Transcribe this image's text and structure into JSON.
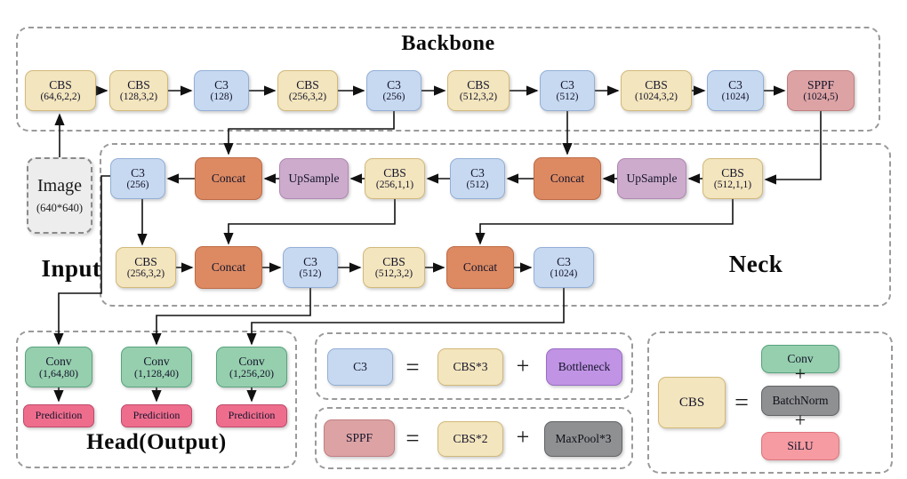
{
  "titles": {
    "backbone": "Backbone",
    "neck": "Neck",
    "input": "Input",
    "head": "Head(Output)"
  },
  "input_node": {
    "title": "Image",
    "subtitle": "(640*640)"
  },
  "backbone_nodes": [
    {
      "type": "CBS",
      "title": "CBS",
      "subtitle": "(64,6,2,2)"
    },
    {
      "type": "CBS",
      "title": "CBS",
      "subtitle": "(128,3,2)"
    },
    {
      "type": "C3",
      "title": "C3",
      "subtitle": "(128)"
    },
    {
      "type": "CBS",
      "title": "CBS",
      "subtitle": "(256,3,2)"
    },
    {
      "type": "C3",
      "title": "C3",
      "subtitle": "(256)"
    },
    {
      "type": "CBS",
      "title": "CBS",
      "subtitle": "(512,3,2)"
    },
    {
      "type": "C3",
      "title": "C3",
      "subtitle": "(512)"
    },
    {
      "type": "CBS",
      "title": "CBS",
      "subtitle": "(1024,3,2)"
    },
    {
      "type": "C3",
      "title": "C3",
      "subtitle": "(1024)"
    },
    {
      "type": "SPPF",
      "title": "SPPF",
      "subtitle": "(1024,5)"
    }
  ],
  "neck_row1": [
    {
      "type": "C3",
      "title": "C3",
      "subtitle": "(256)"
    },
    {
      "type": "Concat",
      "title": "Concat"
    },
    {
      "type": "UpSample",
      "title": "UpSample"
    },
    {
      "type": "CBS",
      "title": "CBS",
      "subtitle": "(256,1,1)"
    },
    {
      "type": "C3",
      "title": "C3",
      "subtitle": "(512)"
    },
    {
      "type": "Concat",
      "title": "Concat"
    },
    {
      "type": "UpSample",
      "title": "UpSample"
    },
    {
      "type": "CBS",
      "title": "CBS",
      "subtitle": "(512,1,1)"
    }
  ],
  "neck_row2": [
    {
      "type": "CBS",
      "title": "CBS",
      "subtitle": "(256,3,2)"
    },
    {
      "type": "Concat",
      "title": "Concat"
    },
    {
      "type": "C3",
      "title": "C3",
      "subtitle": "(512)"
    },
    {
      "type": "CBS",
      "title": "CBS",
      "subtitle": "(512,3,2)"
    },
    {
      "type": "Concat",
      "title": "Concat"
    },
    {
      "type": "C3",
      "title": "C3",
      "subtitle": "(1024)"
    }
  ],
  "head_nodes": [
    {
      "title": "Conv",
      "subtitle": "(1,64,80)",
      "prediction": "Predicition"
    },
    {
      "title": "Conv",
      "subtitle": "(1,128,40)",
      "prediction": "Predicition"
    },
    {
      "title": "Conv",
      "subtitle": "(1,256,20)",
      "prediction": "Predicition"
    }
  ],
  "legend": {
    "c3_row": {
      "lhs": "C3",
      "eq": "=",
      "term1": "CBS*3",
      "plus": "+",
      "term2": "Bottleneck"
    },
    "sppf_row": {
      "lhs": "SPPF",
      "eq": "=",
      "term1": "CBS*2",
      "plus": "+",
      "term2": "MaxPool*3"
    },
    "cbs_row": {
      "lhs": "CBS",
      "eq": "=",
      "plus": "+",
      "terms": [
        "Conv",
        "BatchNorm",
        "SiLU"
      ]
    }
  },
  "colors": {
    "cbs-fill": "#f3e5bd",
    "cbs-border": "#d2b97b",
    "c3-fill": "#c7d9f0",
    "c3-border": "#93afd7",
    "sppf-fill": "#dda3a4",
    "sppf-border": "#c17e80",
    "concat-fill": "#dd8a62",
    "concat-border": "#bf6a44",
    "up-fill": "#cdabcd",
    "up-border": "#b087b1",
    "conv-fill": "#96cfae",
    "conv-border": "#57a37d",
    "pred-fill": "#ee6d8d",
    "pred-border": "#c04a6a",
    "bottleneck-fill": "#c093e4",
    "bottleneck-border": "#9a6ec4",
    "pool-fill": "#8f9092",
    "pool-border": "#626366",
    "silu-fill": "#f59ba1",
    "silu-border": "#df757d",
    "image-fill": "#ededee",
    "image-border": "#8a8a8a",
    "line": "#111111",
    "dash": "#9a9a9a",
    "text": "#14142b"
  }
}
